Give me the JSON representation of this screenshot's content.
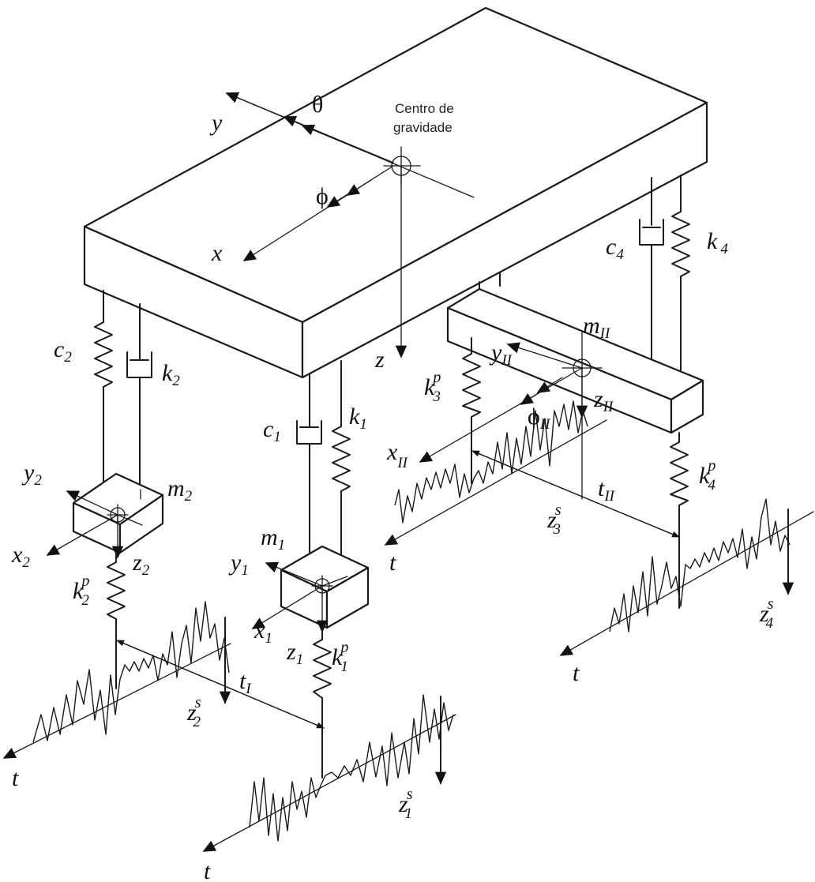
{
  "cg_label": {
    "line1": "Centro de",
    "line2": "gravidade"
  },
  "body_axes": {
    "x": "x",
    "y": "y",
    "z": "z",
    "pitch": "θ",
    "roll": "ϕ"
  },
  "front_axle": {
    "m1": {
      "main": "m",
      "sub": "1"
    },
    "m2": {
      "main": "m",
      "sub": "2"
    },
    "x1": {
      "main": "x",
      "sub": "1"
    },
    "y1": {
      "main": "y",
      "sub": "1"
    },
    "z1": {
      "main": "z",
      "sub": "1"
    },
    "x2": {
      "main": "x",
      "sub": "2"
    },
    "y2": {
      "main": "y",
      "sub": "2"
    },
    "z2": {
      "main": "z",
      "sub": "2"
    },
    "c1": {
      "main": "c",
      "sub": "1"
    },
    "k1": {
      "main": "k",
      "sub": "1"
    },
    "c2": {
      "main": "c",
      "sub": "2"
    },
    "k2": {
      "main": "k",
      "sub": "2"
    },
    "kp1": {
      "main": "k",
      "sup": "p",
      "sub": "1"
    },
    "kp2": {
      "main": "k",
      "sup": "p",
      "sub": "2"
    },
    "track": {
      "main": "t",
      "sub": "I"
    },
    "zs1": {
      "main": "z",
      "sup": "s",
      "sub": "1"
    },
    "zs2": {
      "main": "z",
      "sup": "s",
      "sub": "2"
    },
    "t_left": "t",
    "t_bottom": "t"
  },
  "rear_axle": {
    "m": {
      "main": "m",
      "sub": "II"
    },
    "x": {
      "main": "x",
      "sub": "II"
    },
    "y": {
      "main": "y",
      "sub": "II"
    },
    "z": {
      "main": "z",
      "sub": "II"
    },
    "phi": {
      "main": "ϕ",
      "sub": "II"
    },
    "c4": {
      "main": "c",
      "sub": "4"
    },
    "k4": {
      "main": "k",
      "sub": "4"
    },
    "kp3": {
      "main": "k",
      "sup": "p",
      "sub": "3"
    },
    "kp4": {
      "main": "k",
      "sup": "p",
      "sub": "4"
    },
    "track": {
      "main": "t",
      "sub": "II"
    },
    "zs3": {
      "main": "z",
      "sup": "s",
      "sub": "3"
    },
    "zs4": {
      "main": "z",
      "sup": "s",
      "sub": "4"
    },
    "t_mid": "t",
    "t_right": "t"
  }
}
